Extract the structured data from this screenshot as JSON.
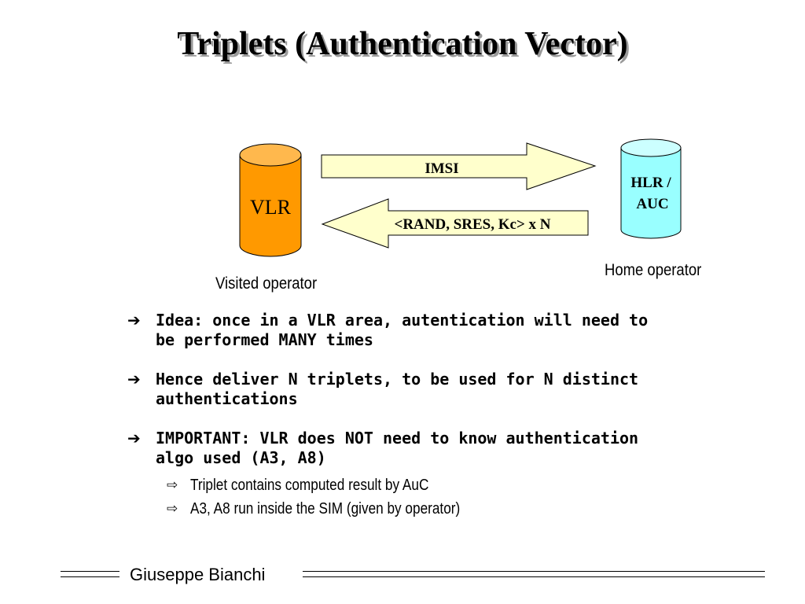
{
  "title": "Triplets (Authentication Vector)",
  "diagram": {
    "vlr_label": "VLR",
    "hlr_label_line1": "HLR /",
    "hlr_label_line2": "AUC",
    "arrow_request": "IMSI",
    "arrow_response": "<RAND, SRES, Kc> x N",
    "visited_caption": "Visited operator",
    "home_caption": "Home operator",
    "colors": {
      "vlr_fill": "#ff9900",
      "hlr_fill": "#99ffff",
      "arrow_fill": "#ffffcc"
    }
  },
  "bullets": [
    {
      "text": "Idea: once in a VLR area, autentication will need to be performed MANY times"
    },
    {
      "text": "Hence deliver N triplets, to be used for N distinct authentications"
    },
    {
      "text": "IMPORTANT: VLR does NOT need to know authentication algo used (A3, A8)"
    }
  ],
  "sub_bullets": [
    {
      "text": "Triplet contains computed result by AuC"
    },
    {
      "text": "A3, A8 run inside the SIM (given by operator)"
    }
  ],
  "footer": {
    "author": "Giuseppe Bianchi"
  }
}
